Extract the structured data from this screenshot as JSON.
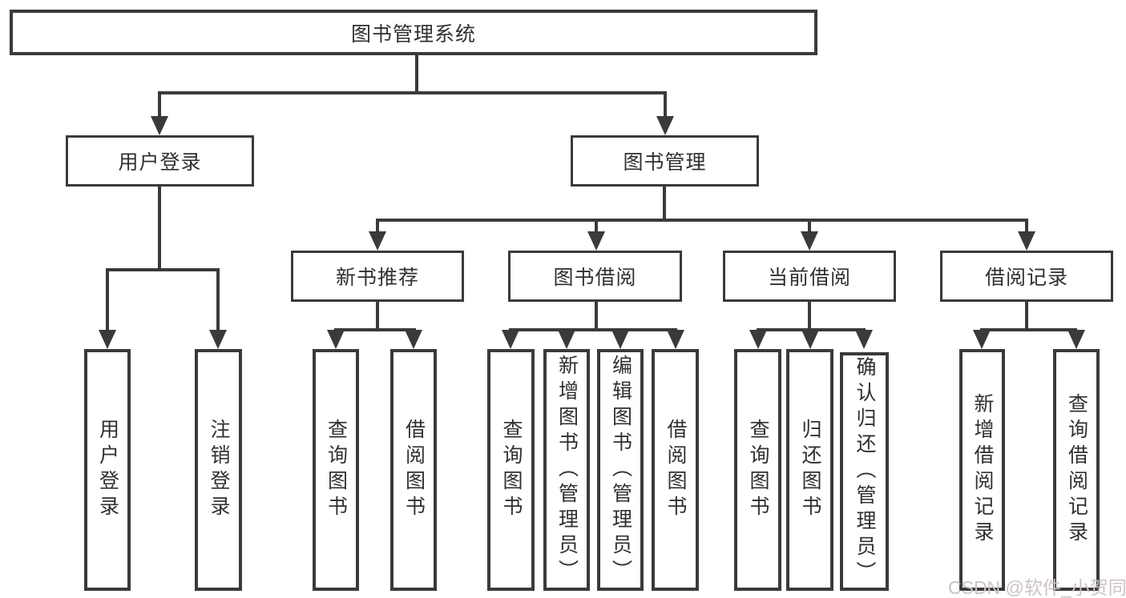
{
  "diagram": {
    "title_node": {
      "label": "图书管理系统"
    },
    "level2": [
      {
        "label": "用户登录"
      },
      {
        "label": "图书管理"
      }
    ],
    "level3": [
      {
        "label": "新书推荐",
        "parent": "图书管理"
      },
      {
        "label": "图书借阅",
        "parent": "图书管理"
      },
      {
        "label": "当前借阅",
        "parent": "图书管理"
      },
      {
        "label": "借阅记录",
        "parent": "图书管理"
      }
    ],
    "leaves": [
      {
        "label": "用户登录",
        "parent": "用户登录"
      },
      {
        "label": "注销登录",
        "parent": "用户登录"
      },
      {
        "label": "查询图书",
        "parent": "新书推荐"
      },
      {
        "label": "借阅图书",
        "parent": "新书推荐"
      },
      {
        "label": "查询图书",
        "parent": "图书借阅"
      },
      {
        "label": "新增图书（管理员）",
        "parent": "图书借阅"
      },
      {
        "label": "编辑图书（管理员）",
        "parent": "图书借阅"
      },
      {
        "label": "借阅图书",
        "parent": "图书借阅"
      },
      {
        "label": "查询图书",
        "parent": "当前借阅"
      },
      {
        "label": "归还图书",
        "parent": "当前借阅"
      },
      {
        "label": "确认归还（管理员）",
        "parent": "当前借阅"
      },
      {
        "label": "新增借阅记录",
        "parent": "借阅记录"
      },
      {
        "label": "查询借阅记录",
        "parent": "借阅记录"
      }
    ],
    "watermark": "CSDN @软件_小贺同学",
    "colors": {
      "line": "#3a3a3a",
      "text": "#303030",
      "watermark": "#cdc3c3",
      "background": "#ffffff"
    }
  }
}
